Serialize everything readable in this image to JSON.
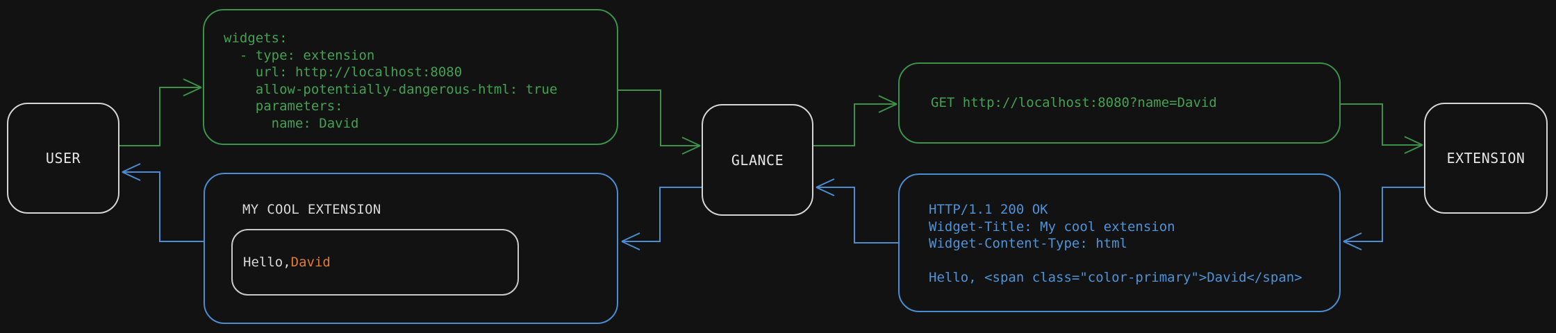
{
  "colors": {
    "background": "#121212",
    "request-green": "#3a9349",
    "request-green-text": "#43a152",
    "response-blue": "#4a8dd3",
    "response-blue-text": "#4d93d8",
    "accent-orange": "#e07b36",
    "node-border": "#d6d6d6",
    "inner-border": "#c9c9c9",
    "text-light": "#d8d8d8"
  },
  "nodes": {
    "user": {
      "label": "USER"
    },
    "glance": {
      "label": "GLANCE"
    },
    "extension": {
      "label": "EXTENSION"
    }
  },
  "request": {
    "config_yaml": "widgets:\n  - type: extension\n    url: http://localhost:8080\n    allow-potentially-dangerous-html: true\n    parameters:\n      name: David",
    "http_request": "GET http://localhost:8080?name=David"
  },
  "response": {
    "http_response": "HTTP/1.1 200 OK\nWidget-Title: My cool extension\nWidget-Content-Type: html\n\nHello, <span class=\"color-primary\">David</span>",
    "widget": {
      "title": "MY COOL EXTENSION",
      "greeting_prefix": "Hello, ",
      "greeting_name": "David"
    }
  }
}
